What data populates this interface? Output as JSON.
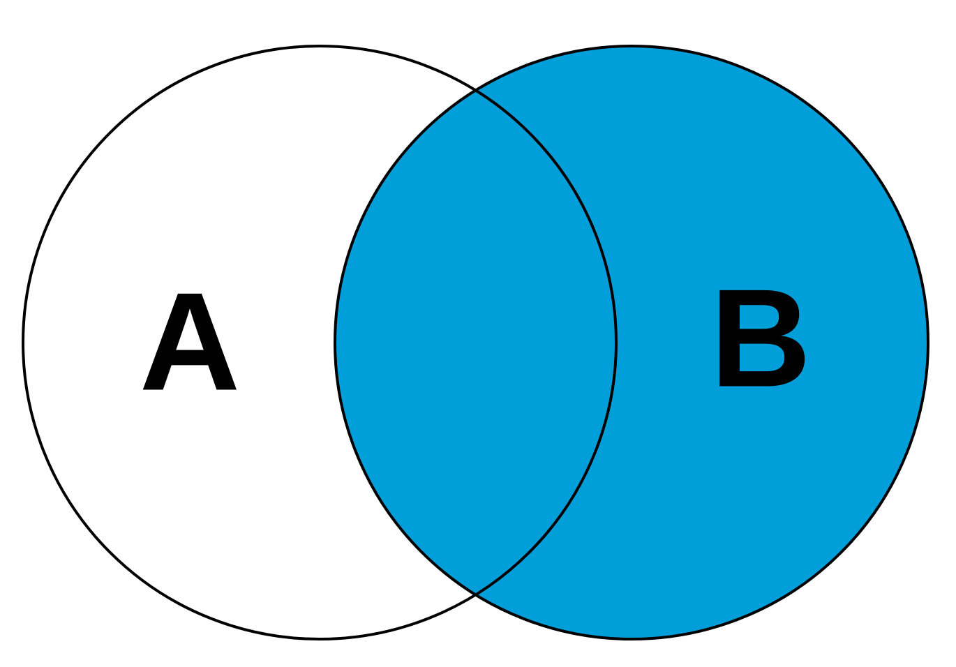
{
  "diagram": {
    "type": "venn",
    "sets": [
      {
        "id": "A",
        "label": "A",
        "shaded": false
      },
      {
        "id": "B",
        "label": "B",
        "shaded": true
      }
    ],
    "highlighted_region": "B",
    "colors": {
      "fill": "#009fda",
      "stroke": "#000000",
      "background": "#ffffff"
    }
  }
}
